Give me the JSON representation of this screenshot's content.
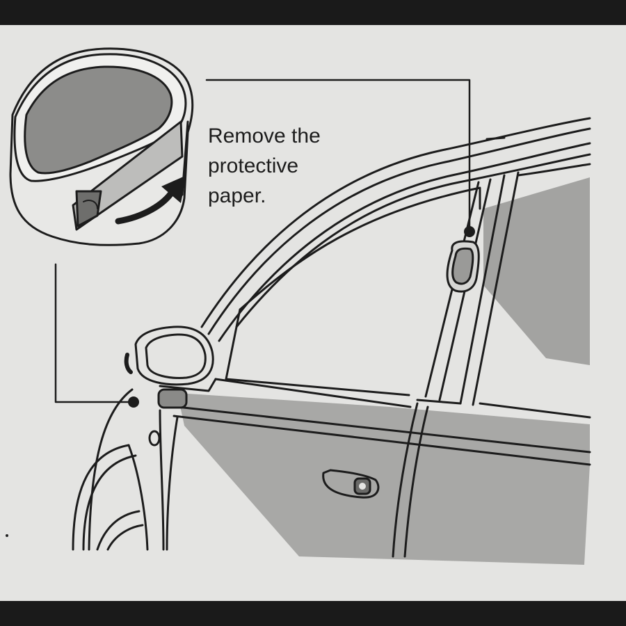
{
  "instruction": {
    "line1": "Remove the",
    "line2": "protective",
    "line3": "paper."
  },
  "illustration": {
    "subject": "car side view with two blind-spot mirrors",
    "callout_closeup": "blind-spot mirror with protective paper being peeled",
    "arrow_icon": "curved-arrow-icon"
  },
  "colors": {
    "paper": "#e4e4e2",
    "line": "#1c1c1c",
    "shade": "#9a9a98"
  }
}
